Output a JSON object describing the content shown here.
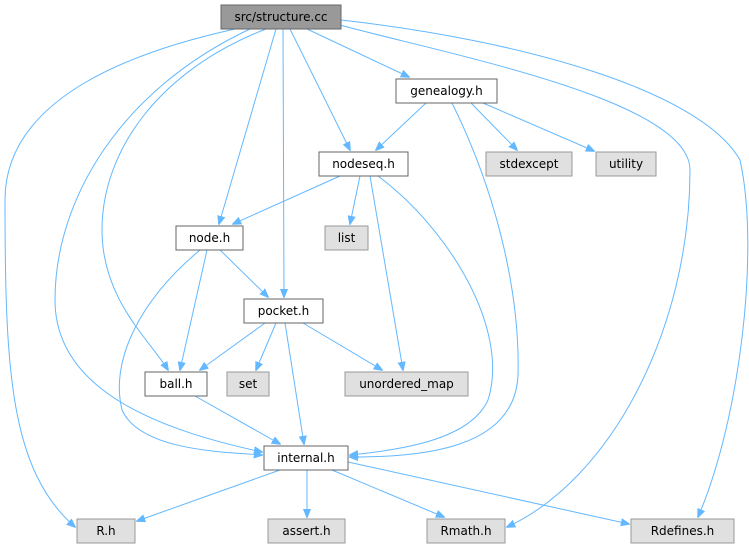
{
  "diagram": {
    "colors": {
      "edge": "#63b8ff",
      "root_fill": "#999999",
      "root_stroke": "#666666",
      "local_fill": "#ffffff",
      "local_stroke": "#666666",
      "system_fill": "#e0e0e0",
      "system_stroke": "#999999"
    },
    "nodes": [
      {
        "id": "structure",
        "label": "src/structure.cc",
        "kind": "root"
      },
      {
        "id": "genealogy",
        "label": "genealogy.h",
        "kind": "local"
      },
      {
        "id": "nodeseq",
        "label": "nodeseq.h",
        "kind": "local"
      },
      {
        "id": "stdexcept",
        "label": "stdexcept",
        "kind": "system"
      },
      {
        "id": "utility",
        "label": "utility",
        "kind": "system"
      },
      {
        "id": "node",
        "label": "node.h",
        "kind": "local"
      },
      {
        "id": "list",
        "label": "list",
        "kind": "system"
      },
      {
        "id": "pocket",
        "label": "pocket.h",
        "kind": "local"
      },
      {
        "id": "ball",
        "label": "ball.h",
        "kind": "local"
      },
      {
        "id": "set",
        "label": "set",
        "kind": "system"
      },
      {
        "id": "unordered_map",
        "label": "unordered_map",
        "kind": "system"
      },
      {
        "id": "internal",
        "label": "internal.h",
        "kind": "local"
      },
      {
        "id": "R",
        "label": "R.h",
        "kind": "system"
      },
      {
        "id": "assert",
        "label": "assert.h",
        "kind": "system"
      },
      {
        "id": "Rmath",
        "label": "Rmath.h",
        "kind": "system"
      },
      {
        "id": "Rdefines",
        "label": "Rdefines.h",
        "kind": "system"
      }
    ],
    "edges": [
      {
        "from": "structure",
        "to": "genealogy"
      },
      {
        "from": "structure",
        "to": "nodeseq"
      },
      {
        "from": "structure",
        "to": "node"
      },
      {
        "from": "structure",
        "to": "pocket"
      },
      {
        "from": "structure",
        "to": "ball"
      },
      {
        "from": "structure",
        "to": "internal"
      },
      {
        "from": "structure",
        "to": "R"
      },
      {
        "from": "structure",
        "to": "Rmath"
      },
      {
        "from": "structure",
        "to": "Rdefines"
      },
      {
        "from": "genealogy",
        "to": "nodeseq"
      },
      {
        "from": "genealogy",
        "to": "stdexcept"
      },
      {
        "from": "genealogy",
        "to": "utility"
      },
      {
        "from": "genealogy",
        "to": "internal"
      },
      {
        "from": "nodeseq",
        "to": "node"
      },
      {
        "from": "nodeseq",
        "to": "list"
      },
      {
        "from": "nodeseq",
        "to": "unordered_map"
      },
      {
        "from": "nodeseq",
        "to": "internal"
      },
      {
        "from": "node",
        "to": "pocket"
      },
      {
        "from": "node",
        "to": "ball"
      },
      {
        "from": "node",
        "to": "internal"
      },
      {
        "from": "pocket",
        "to": "ball"
      },
      {
        "from": "pocket",
        "to": "set"
      },
      {
        "from": "pocket",
        "to": "unordered_map"
      },
      {
        "from": "pocket",
        "to": "internal"
      },
      {
        "from": "ball",
        "to": "internal"
      },
      {
        "from": "internal",
        "to": "R"
      },
      {
        "from": "internal",
        "to": "assert"
      },
      {
        "from": "internal",
        "to": "Rmath"
      },
      {
        "from": "internal",
        "to": "Rdefines"
      }
    ]
  }
}
